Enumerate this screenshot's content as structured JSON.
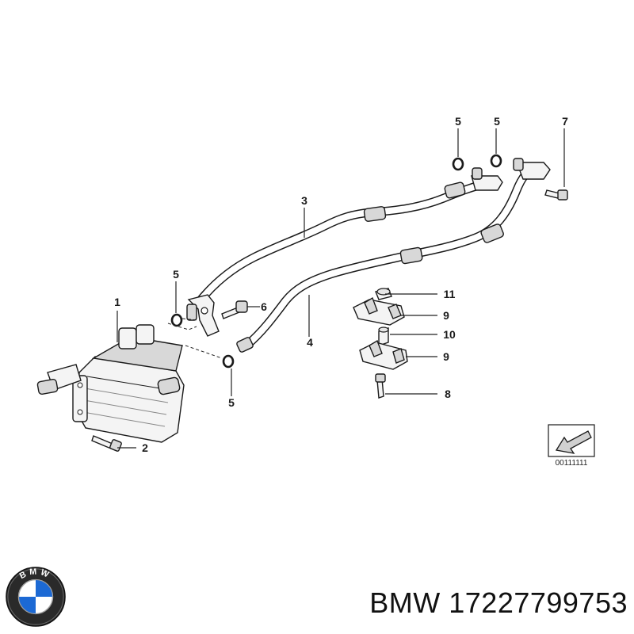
{
  "diagram": {
    "callouts": [
      "1",
      "2",
      "3",
      "4",
      "5",
      "5",
      "5",
      "5",
      "6",
      "7",
      "8",
      "9",
      "9",
      "10",
      "11"
    ],
    "reference_code": "00111111",
    "direction_icon": "arrow-down-left-icon"
  },
  "caption": {
    "brand": "BMW",
    "part_number": "17227799753",
    "text": "BMW 17227799753"
  },
  "logo": {
    "letters": "BMW",
    "icon": "bmw-roundel-logo",
    "colors": {
      "blue": "#1c69d4",
      "white": "#ffffff",
      "ring": "#1a1a1a"
    }
  }
}
